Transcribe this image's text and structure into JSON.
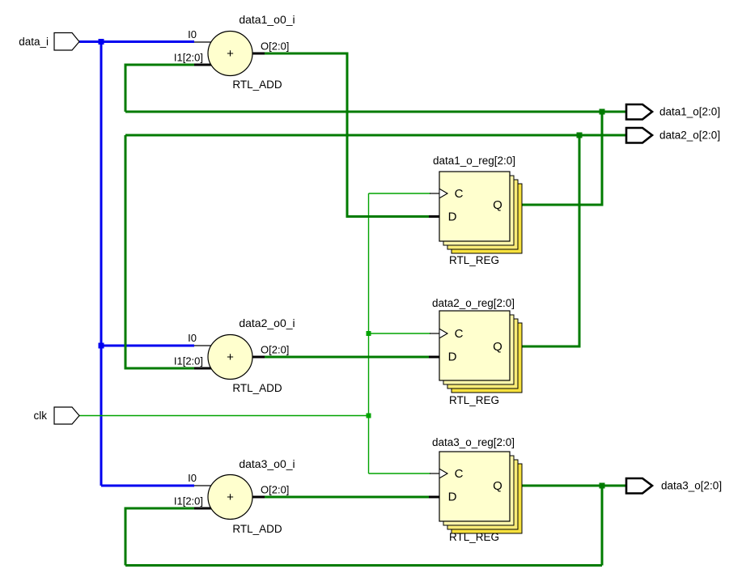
{
  "colors": {
    "background": "#ffffff",
    "bus_net_green": "#007b00",
    "clock_net_green": "#00a300",
    "data_input_net_blue": "#0000f0",
    "cell_fill": "#ffffce",
    "cell_stack_fills": [
      "#fdf6ac",
      "#faec78",
      "#f7e13e"
    ],
    "cell_border": "#000000",
    "port_fill": "#ffffff",
    "port_border": "#000000",
    "text": "#000000"
  },
  "ports": {
    "inputs": [
      {
        "label": "data_i"
      },
      {
        "label": "clk"
      }
    ],
    "outputs": [
      {
        "label": "data1_o[2:0]"
      },
      {
        "label": "data2_o[2:0]"
      },
      {
        "label": "data3_o[2:0]"
      }
    ]
  },
  "components": {
    "adders": [
      {
        "name": "data1_o0_i",
        "type": "RTL_ADD",
        "operator": "+",
        "pins": {
          "i0": "I0",
          "i1": "I1[2:0]",
          "o": "O[2:0]"
        }
      },
      {
        "name": "data2_o0_i",
        "type": "RTL_ADD",
        "operator": "+",
        "pins": {
          "i0": "I0",
          "i1": "I1[2:0]",
          "o": "O[2:0]"
        }
      },
      {
        "name": "data3_o0_i",
        "type": "RTL_ADD",
        "operator": "+",
        "pins": {
          "i0": "I0",
          "i1": "I1[2:0]",
          "o": "O[2:0]"
        }
      }
    ],
    "registers": [
      {
        "name": "data1_o_reg[2:0]",
        "type": "RTL_REG",
        "pins": {
          "c": "C",
          "d": "D",
          "q": "Q"
        }
      },
      {
        "name": "data2_o_reg[2:0]",
        "type": "RTL_REG",
        "pins": {
          "c": "C",
          "d": "D",
          "q": "Q"
        }
      },
      {
        "name": "data3_o_reg[2:0]",
        "type": "RTL_REG",
        "pins": {
          "c": "C",
          "d": "D",
          "q": "Q"
        }
      }
    ]
  }
}
